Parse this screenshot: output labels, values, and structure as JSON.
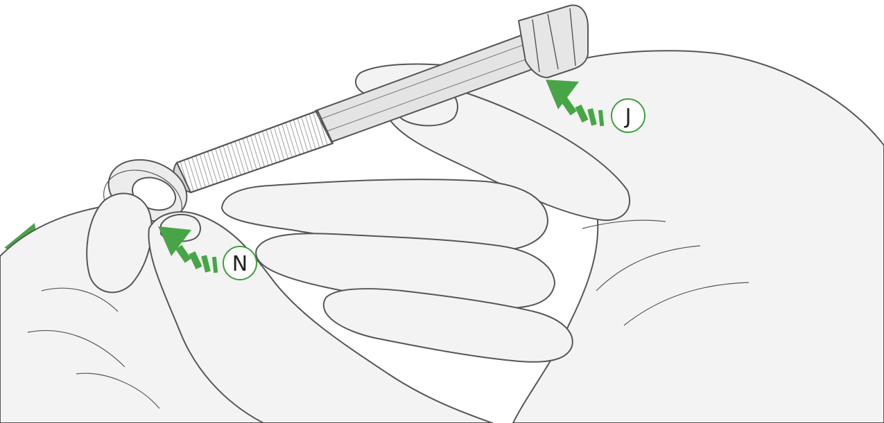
{
  "callouts": {
    "j": {
      "label": "J"
    },
    "n": {
      "label": "N"
    }
  },
  "colors": {
    "accent_green": "#3aa03a",
    "arrow_green": "#48a547",
    "sketch_line": "#555555",
    "skin_fill": "#f3f3f3",
    "metal_fill": "#e4e4e4",
    "background": "#ffffff"
  },
  "icons": {
    "bolt": "bolt-illustration",
    "washer": "washer-illustration",
    "right_hand": "right-hand-sketch",
    "left_hand": "left-hand-sketch",
    "motion_arrow": "motion-arrow-icon",
    "push_arrow": "push-arrow-icon"
  }
}
